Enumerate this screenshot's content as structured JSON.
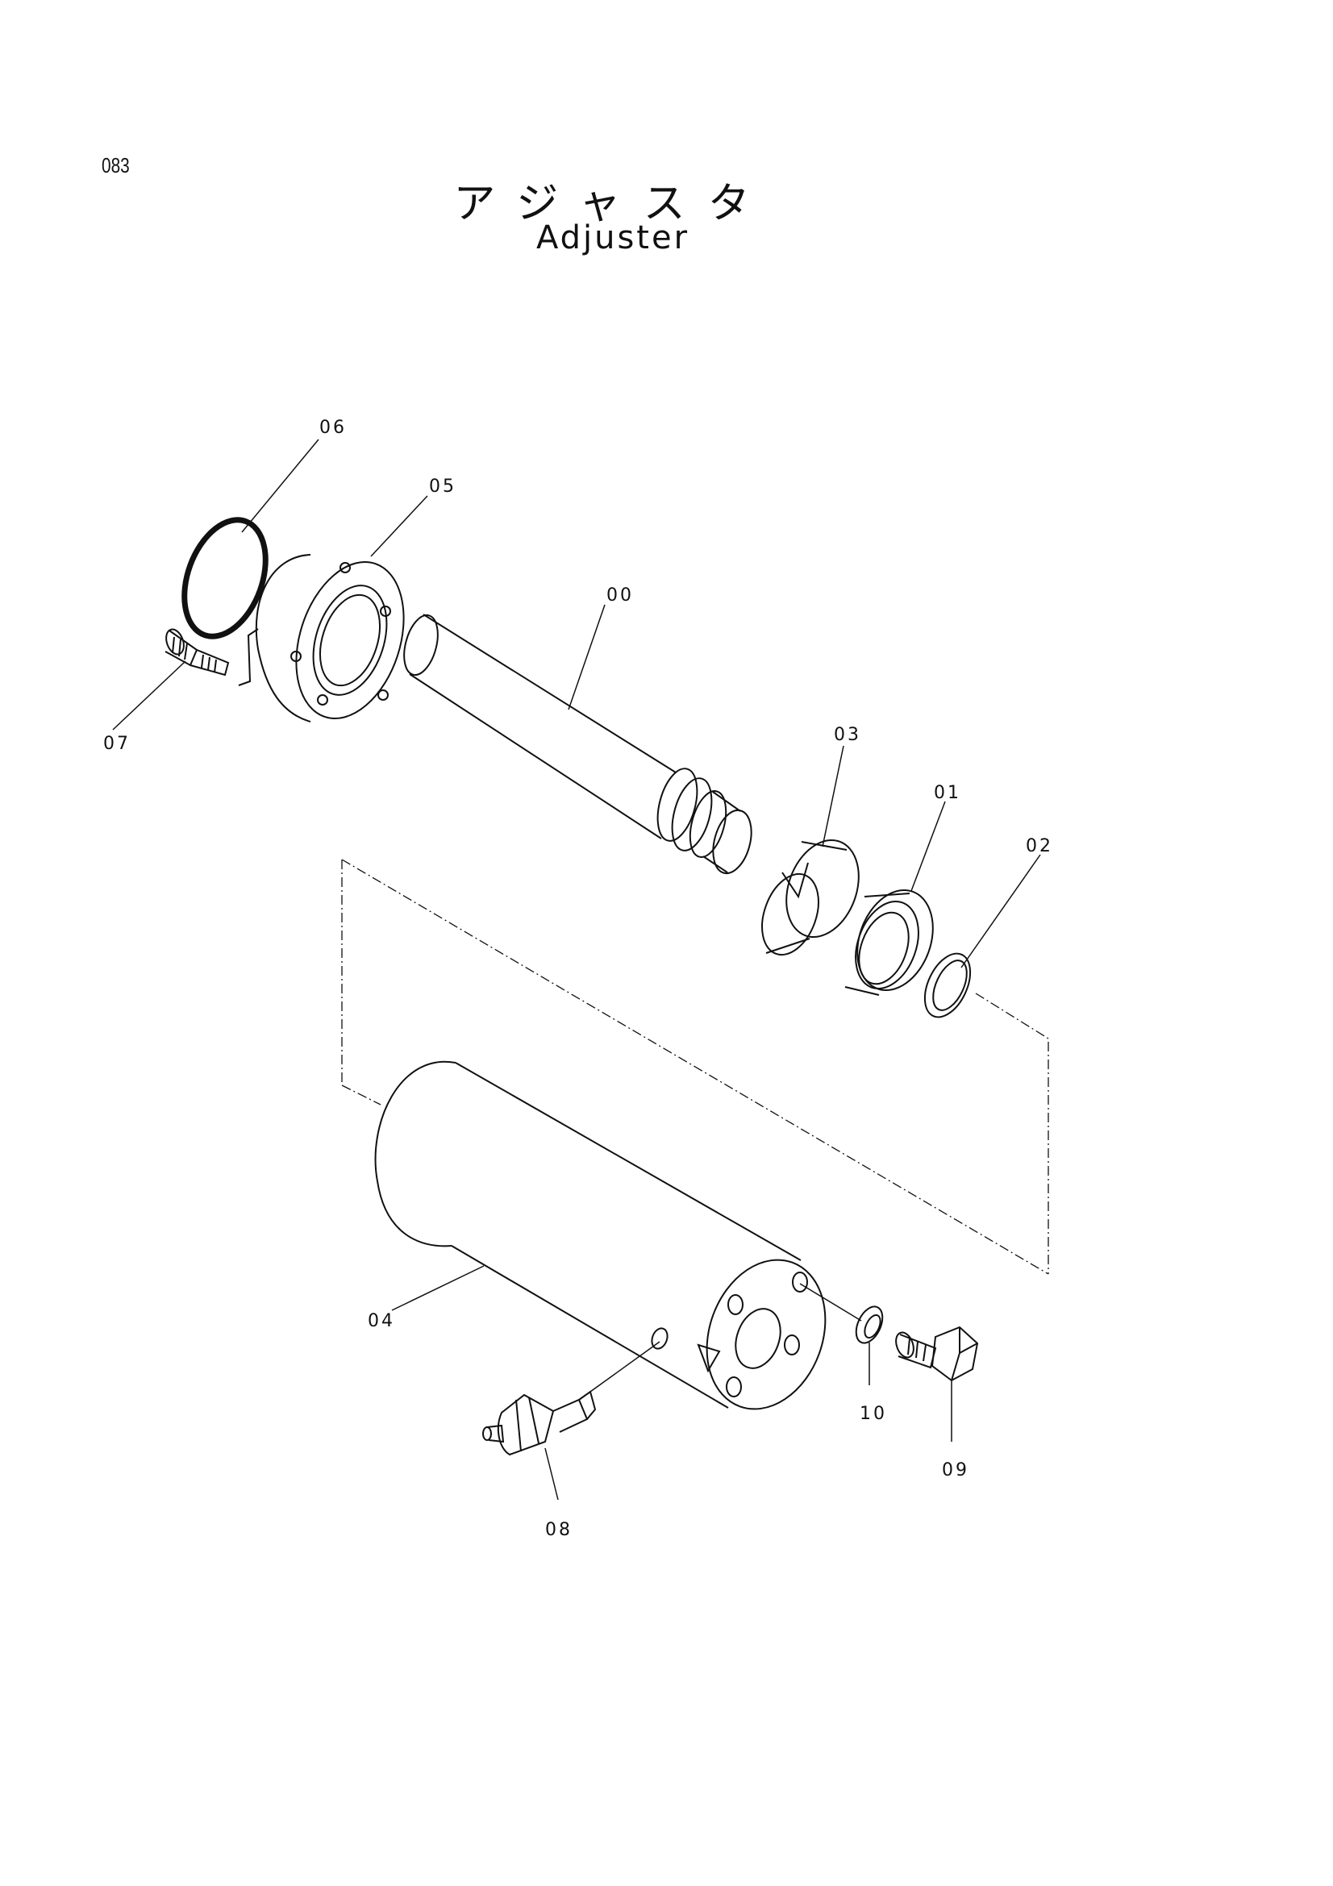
{
  "page": {
    "number": "083",
    "title_ja": "アジャスタ",
    "title_en": "Adjuster"
  },
  "callouts": [
    {
      "id": "00",
      "label": "00"
    },
    {
      "id": "01",
      "label": "01"
    },
    {
      "id": "02",
      "label": "02"
    },
    {
      "id": "03",
      "label": "03"
    },
    {
      "id": "04",
      "label": "04"
    },
    {
      "id": "05",
      "label": "05"
    },
    {
      "id": "06",
      "label": "06"
    },
    {
      "id": "07",
      "label": "07"
    },
    {
      "id": "08",
      "label": "08"
    },
    {
      "id": "09",
      "label": "09"
    },
    {
      "id": "10",
      "label": "10"
    }
  ],
  "colors": {
    "ink": "#111111",
    "paper": "#ffffff"
  }
}
